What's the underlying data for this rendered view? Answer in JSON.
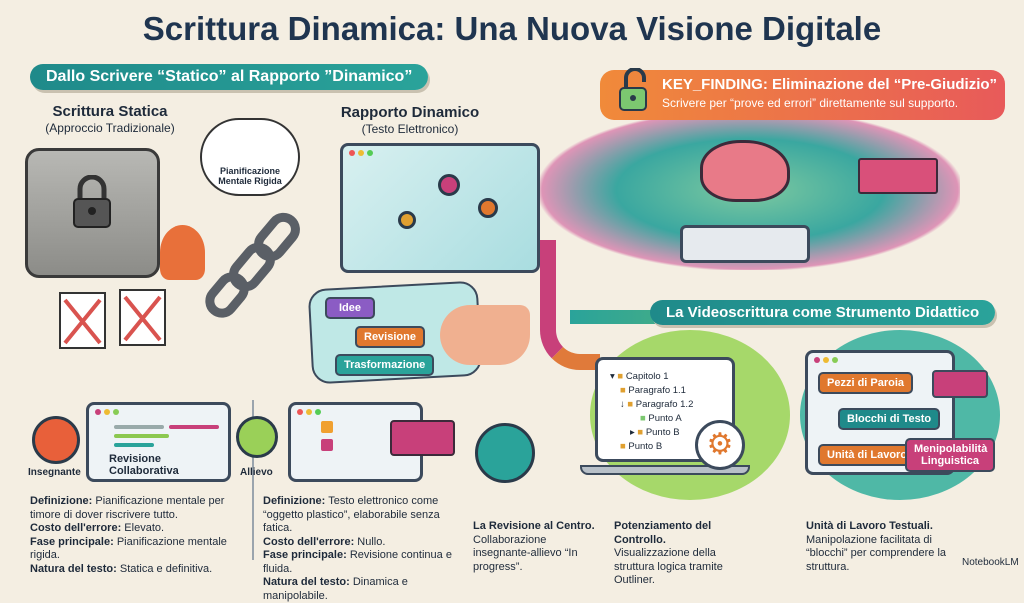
{
  "title": "Scrittura Dinamica: Una Nuova Visione Digitale",
  "banner_left": "Dallo Scrivere “Statico” al Rapporto ”Dinamico”",
  "static": {
    "heading": "Scrittura Statica",
    "subheading": "(Approccio Tradizionale)",
    "thought": "Pianificazione Mentale Rigida"
  },
  "dynamic": {
    "heading": "Rapporto Dinamico",
    "subheading": "(Testo Elettronico)",
    "tags": [
      "Idee",
      "Revisione",
      "Trasformazione"
    ]
  },
  "key_finding": {
    "title": "KEY_FINDING: Eliminazione del “Pre-Giudizio”",
    "text": "Scrivere per “prove ed errori” direttamente sul supporto."
  },
  "banner_right": "La Videoscrittura come Strumento Didattico",
  "collab": {
    "teacher": "Insegnante",
    "student": "Allievo",
    "window_label": "Revisione Collaborativa"
  },
  "outliner": [
    "Capitolo 1",
    "Paragrafo 1.1",
    "Paragrafo 1.2",
    "Punto A",
    "Punto B",
    "Punto B"
  ],
  "blocks": {
    "pezzi": "Pezzi di Paroia",
    "blocchi": "Blocchi di Testo",
    "unita": "Unità di Lavoro",
    "manip": "Menipolabilità Linguistica"
  },
  "static_desc": [
    {
      "k": "Definizione:",
      "v": " Pianificazione mentale per timore di dover riscrivere tutto."
    },
    {
      "k": "Costo dell'errore:",
      "v": " Elevato."
    },
    {
      "k": "Fase principale:",
      "v": " Pianificazione mentale rigida."
    },
    {
      "k": "Natura del testo:",
      "v": " Statica e definitiva."
    }
  ],
  "dynamic_desc": [
    {
      "k": "Definizione:",
      "v": " Testo elettronico come “oggetto plastico”, elaborabile senza fatica."
    },
    {
      "k": "Costo dell'errore:",
      "v": " Nullo."
    },
    {
      "k": "Fase principale:",
      "v": " Revisione continua e fluida."
    },
    {
      "k": "Natura del testo:",
      "v": " Dinamica e manipolabile."
    }
  ],
  "features": [
    {
      "title": "La Revisione al Centro.",
      "text": "Collaborazione insegnante-allievo “In progress”."
    },
    {
      "title": "Potenziamento del Controllo.",
      "text": "Visualizzazione della struttura logica tramite Outliner."
    },
    {
      "title": "Unità di Lavoro Testuali.",
      "text": "Manipolazione facilitata di “blocchi” per comprendere la struttura."
    }
  ],
  "brand": "NotebookLM"
}
